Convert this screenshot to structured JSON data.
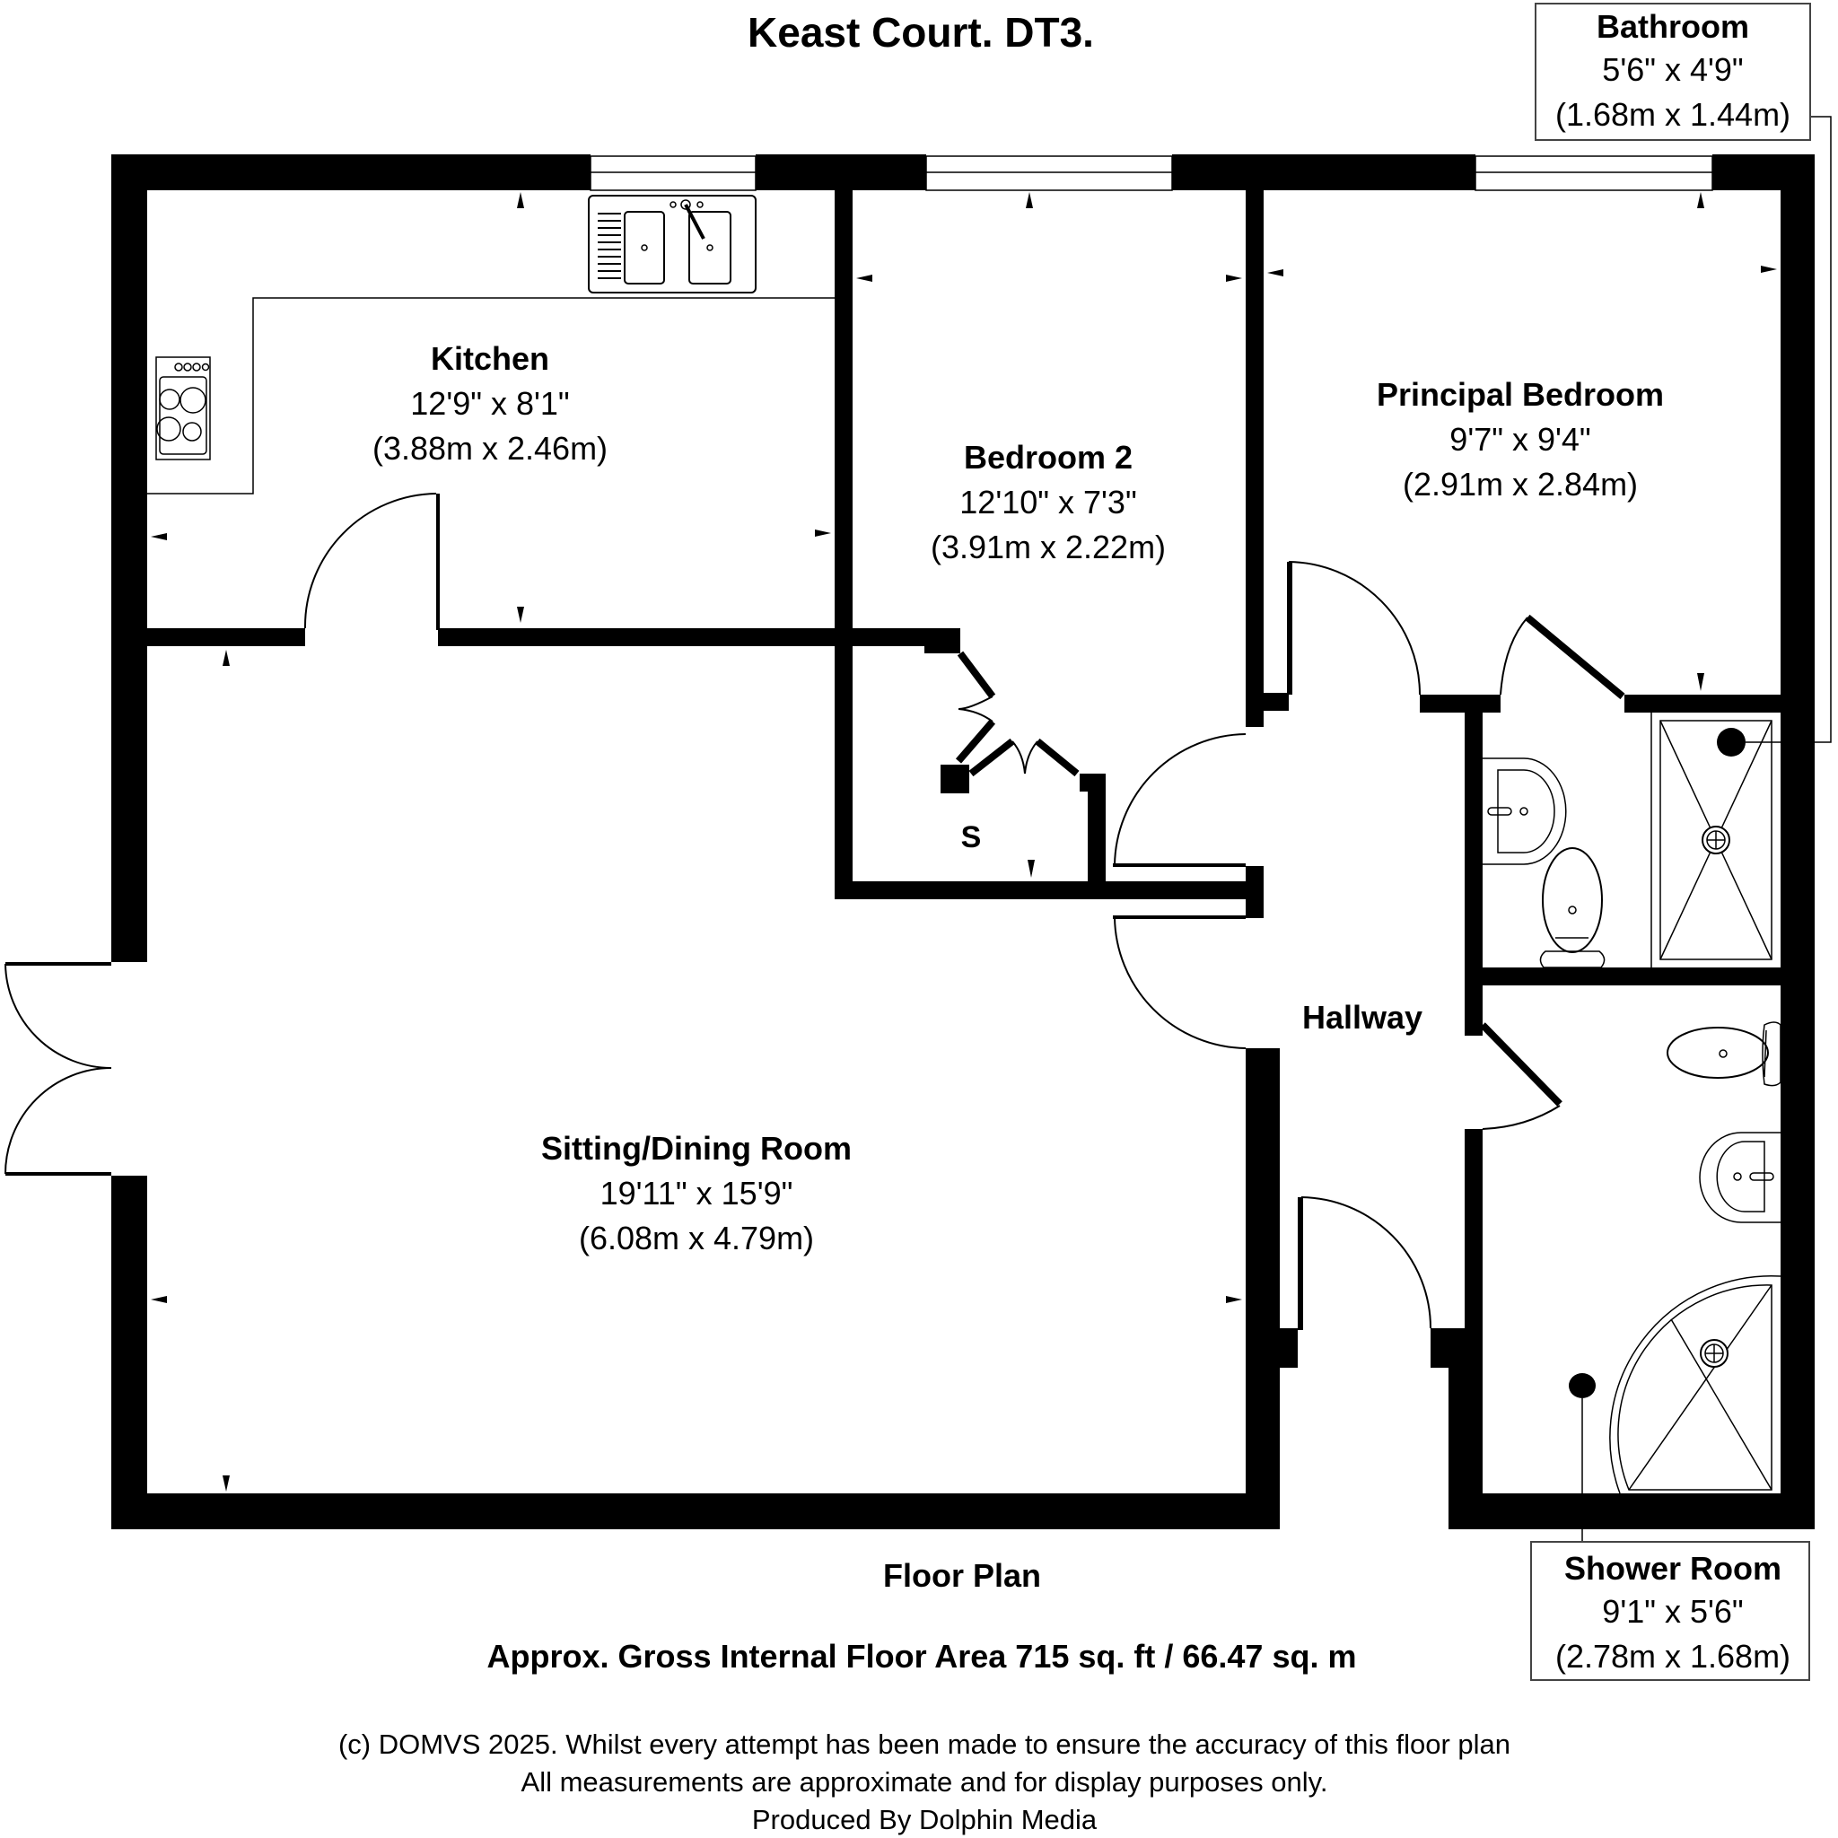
{
  "title": "Keast Court. DT3.",
  "rooms": {
    "kitchen": {
      "name": "Kitchen",
      "imperial": "12'9\" x 8'1\"",
      "metric": "(3.88m x 2.46m)"
    },
    "bedroom2": {
      "name": "Bedroom 2",
      "imperial": "12'10\" x 7'3\"",
      "metric": "(3.91m x 2.22m)"
    },
    "principal": {
      "name": "Principal Bedroom",
      "imperial": "9'7\" x 9'4\"",
      "metric": "(2.91m x 2.84m)"
    },
    "sitting": {
      "name": "Sitting/Dining Room",
      "imperial": "19'11\" x 15'9\"",
      "metric": "(6.08m x 4.79m)"
    },
    "hallway": {
      "name": "Hallway"
    },
    "store": {
      "name": "S"
    },
    "bathroom": {
      "name": "Bathroom",
      "imperial": "5'6\" x 4'9\"",
      "metric": "(1.68m x 1.44m)"
    },
    "shower": {
      "name": "Shower Room",
      "imperial": "9'1\" x 5'6\"",
      "metric": "(2.78m x 1.68m)"
    }
  },
  "footer": {
    "plan_label": "Floor Plan",
    "area": "Approx. Gross Internal Floor Area 715 sq. ft / 66.47 sq. m",
    "copyright": "(c) DOMVS 2025. Whilst every attempt has been made to ensure the accuracy of this floor plan",
    "disclaimer": "All measurements are approximate and for display purposes only.",
    "producer": "Produced By Dolphin Media"
  },
  "colors": {
    "wall": "#000000",
    "background": "#ffffff",
    "label_border": "#444444"
  }
}
